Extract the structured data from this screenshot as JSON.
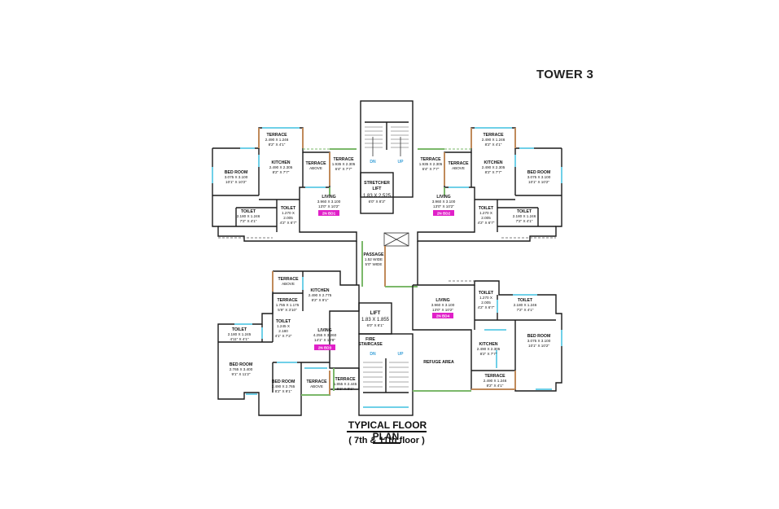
{
  "header": {
    "tower": "TOWER 3"
  },
  "footer": {
    "title": "TYPICAL FLOOR PLAN",
    "subtitle": "( 7th & 11th  floor )"
  },
  "flats": {
    "nw": {
      "terrace_top": [
        "TERRACE",
        "2.490 X 1.246",
        "8'2\" X 4'1\""
      ],
      "kitchen": [
        "KITCHEN",
        "2.490 X 2.305",
        "8'2\" X 7'7\""
      ],
      "terrace_above": [
        "TERRACE",
        "ABOVE"
      ],
      "terrace_side": [
        "TERRACE",
        "1.935 X 2.305",
        "6'4\" X 7'7\""
      ],
      "bedroom": [
        "BED ROOM",
        "3.075 X 3.100",
        "10'1\" X 10'2\""
      ],
      "toilet1": [
        "TOILET",
        "2.180 X 1.246",
        "7'2\" X 4'1\""
      ],
      "toilet2": [
        "TOILET",
        "1.270 X",
        "2.005",
        "4'2\" X 6'7\""
      ],
      "living": [
        "LIVING",
        "3.960 X 3.100",
        "13'0\" X 10'2\""
      ],
      "tag": "2N  BD1"
    },
    "ne": {
      "terrace_top": [
        "TERRACE",
        "2.490 X 1.246",
        "8'2\" X 4'1\""
      ],
      "kitchen": [
        "KITCHEN",
        "2.490 X 2.305",
        "8'2\" X 7'7\""
      ],
      "terrace_above": [
        "TERRACE",
        "ABOVE"
      ],
      "terrace_side": [
        "TERRACE",
        "1.935 X 2.305",
        "6'4\" X 7'7\""
      ],
      "bedroom": [
        "BED ROOM",
        "3.075 X 3.100",
        "10'1\" X 10'2\""
      ],
      "toilet1": [
        "TOILET",
        "2.180 X 1.246",
        "7'2\" X 4'1\""
      ],
      "toilet2": [
        "TOILET",
        "1.270 X",
        "2.005",
        "4'2\" X 6'7\""
      ],
      "living": [
        "LIVING",
        "3.960 X 3.100",
        "13'0\" X 10'2\""
      ],
      "tag": "2N  BD2"
    },
    "sw": {
      "terrace_above": [
        "TERRACE",
        "ABOVE"
      ],
      "kitchen": [
        "KITCHEN",
        "2.490 X 2.775",
        "8'2\" X 9'1\""
      ],
      "terrace_small": [
        "TERRACE",
        "1.755 X 1.175",
        "5'9\" X 3'10\""
      ],
      "toilet1": [
        "TOILET",
        "1.245 X",
        "2.180",
        "4'1\" X 7'2\""
      ],
      "toilet2": [
        "TOILET",
        "2.180 X 1.245",
        "4'11\" X 4'1\""
      ],
      "living": [
        "LIVING",
        "4.255 X 3.260",
        "14'1\" X 10'8\""
      ],
      "tag": "2N  BD3",
      "bedroom1": [
        "BED ROOM",
        "2.765 X 3.400",
        "9'1\" X 11'2\""
      ],
      "bedroom2": [
        "BED ROOM",
        "2.490 X 2.765",
        "8'2\" X 9'1\""
      ],
      "terrace_above2": [
        "TERRACE",
        "ABOVE"
      ],
      "terrace_side": [
        "TERRACE",
        "1.855 X 2.445",
        "6'1\" X 8'1\""
      ]
    },
    "se": {
      "living": [
        "LIVING",
        "3.960 X 3.100",
        "13'0\" X 10'2\""
      ],
      "tag": "2N  BD4",
      "toilet1": [
        "TOILET",
        "1.270 X",
        "2.005",
        "4'2\" X 6'7\""
      ],
      "toilet2": [
        "TOILET",
        "2.180 X 1.246",
        "7'2\" X 4'1\""
      ],
      "bedroom": [
        "BED ROOM",
        "3.075 X 3.100",
        "10'1\" X 10'2\""
      ],
      "kitchen": [
        "KITCHEN",
        "2.490 X 2.305",
        "8'2\" X 7'7\""
      ],
      "terrace": [
        "TERRACE",
        "2.490 X 1.246",
        "8'2\" X 4'1\""
      ]
    }
  },
  "core": {
    "stretcher_lift": [
      "STRETCHER",
      "LIFT",
      "1.83 X 2.525",
      "6'0\" X 8'3\""
    ],
    "passage": [
      "PASSAGE",
      "1.52 WIDE",
      "5'0\" WIDE"
    ],
    "lift": [
      "LIFT",
      "1.83 X 1.855",
      "6'0\" X 6'1\""
    ],
    "fire_staircase": [
      "FIRE",
      "STAIRCASE"
    ],
    "refuge": "REFUGE AREA",
    "dn": "DN",
    "up": "UP"
  },
  "colors": {
    "window": "#6fd0e8",
    "railing_orange": "#c08a5a",
    "railing_green": "#7bb86a",
    "tag": "#e020c8"
  }
}
